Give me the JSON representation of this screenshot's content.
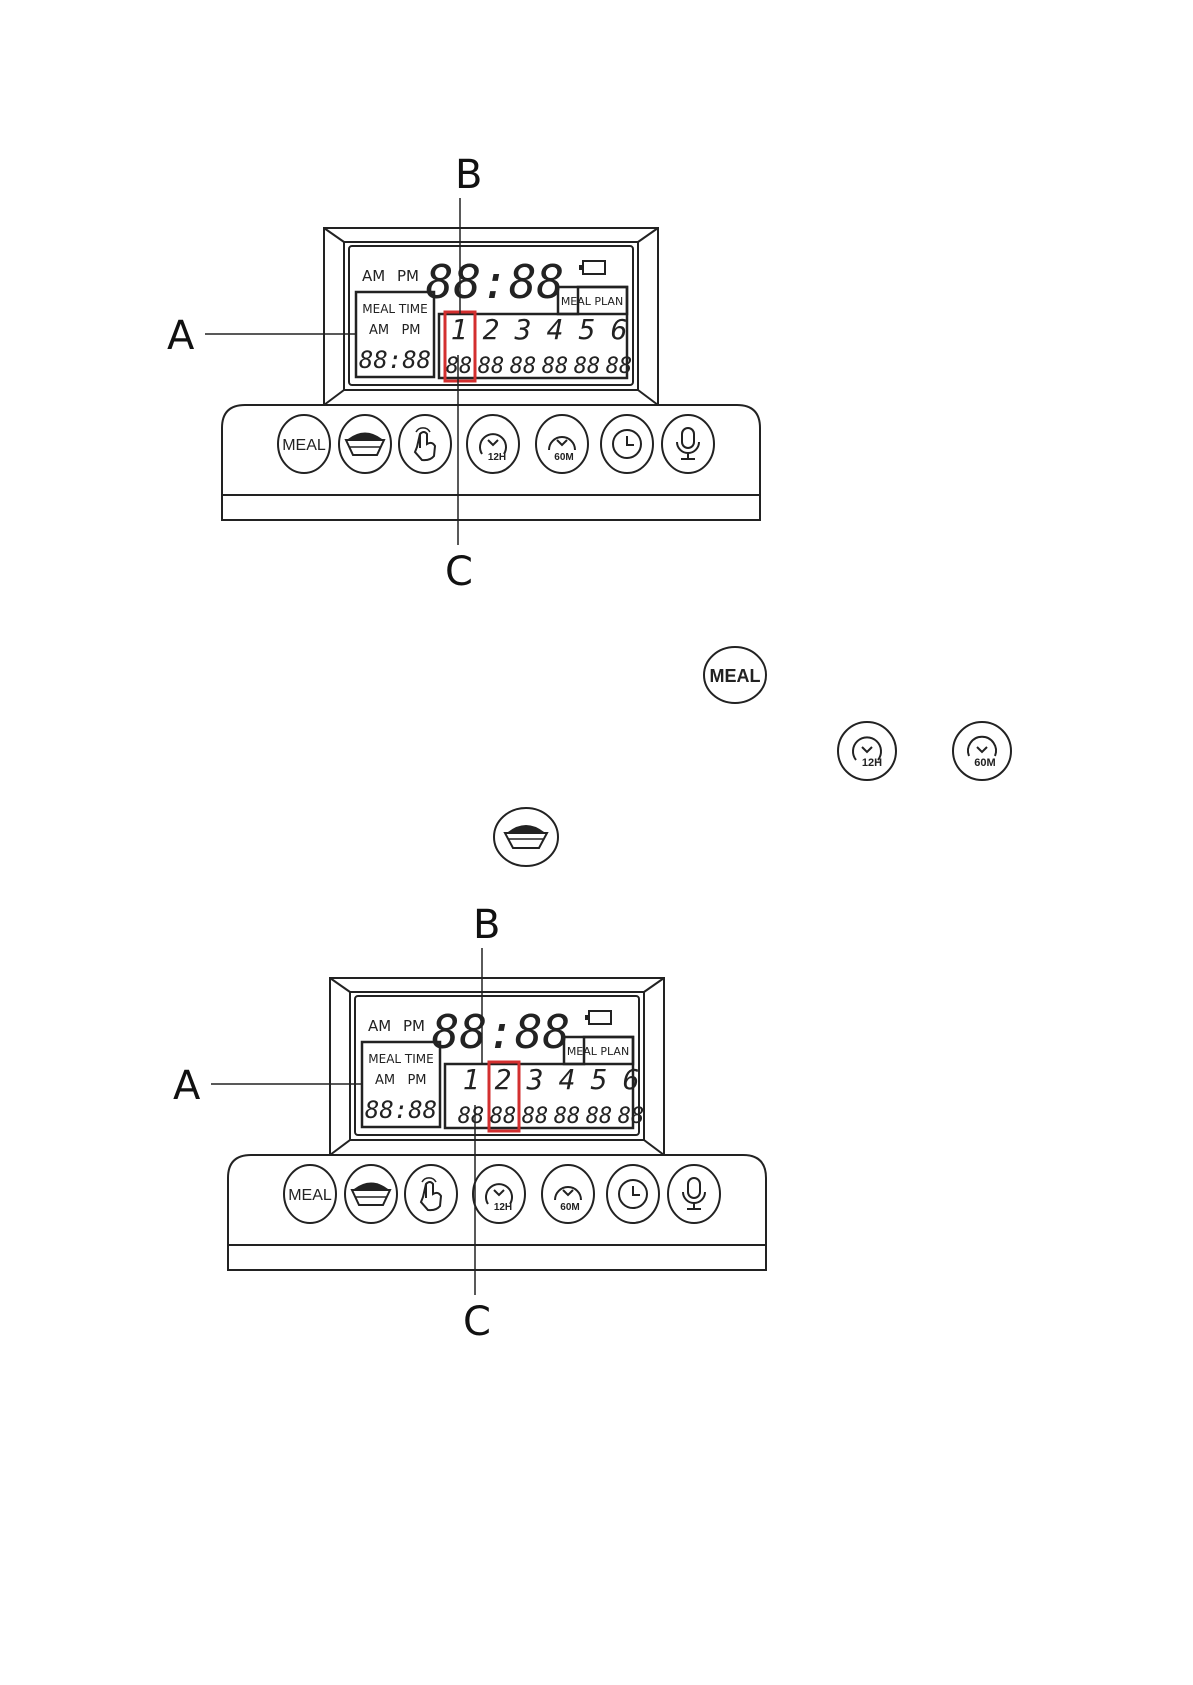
{
  "figures": [
    {
      "callouts": {
        "a": "A",
        "b": "B",
        "c": "C"
      },
      "lcd": {
        "am": "AM",
        "pm": "PM",
        "clock": "88:88",
        "meal_time_label": "MEAL TIME",
        "meal_time_am": "AM",
        "meal_time_pm": "PM",
        "meal_time_value": "88:88",
        "meal_plan_label": "MEAL PLAN",
        "plans": [
          {
            "num": "1",
            "time": "88"
          },
          {
            "num": "2",
            "time": "88"
          },
          {
            "num": "3",
            "time": "88"
          },
          {
            "num": "4",
            "time": "88"
          },
          {
            "num": "5",
            "time": "88"
          },
          {
            "num": "6",
            "time": "88"
          }
        ],
        "highlighted_plan": 1
      },
      "buttons": {
        "meal": "MEAL",
        "bowl": "bowl-icon",
        "touch": "hand-pointer-icon",
        "h12": "12H",
        "m60": "60M",
        "clock": "clock-icon",
        "mic": "microphone-icon"
      }
    },
    {
      "callouts": {
        "a": "A",
        "b": "B",
        "c": "C"
      },
      "lcd": {
        "am": "AM",
        "pm": "PM",
        "clock": "88:88",
        "meal_time_label": "MEAL TIME",
        "meal_time_am": "AM",
        "meal_time_pm": "PM",
        "meal_time_value": "88:88",
        "meal_plan_label": "MEAL PLAN",
        "plans": [
          {
            "num": "1",
            "time": "88"
          },
          {
            "num": "2",
            "time": "88"
          },
          {
            "num": "3",
            "time": "88"
          },
          {
            "num": "4",
            "time": "88"
          },
          {
            "num": "5",
            "time": "88"
          },
          {
            "num": "6",
            "time": "88"
          }
        ],
        "highlighted_plan": 2
      },
      "buttons": {
        "meal": "MEAL",
        "bowl": "bowl-icon",
        "touch": "hand-pointer-icon",
        "h12": "12H",
        "m60": "60M",
        "clock": "clock-icon",
        "mic": "microphone-icon"
      }
    }
  ],
  "inline_icons": {
    "meal_label": "MEAL",
    "h12_label": "12H",
    "m60_label": "60M",
    "bowl": "bowl-icon"
  },
  "colors": {
    "highlight": "#d32f2f",
    "ink": "#222222"
  }
}
